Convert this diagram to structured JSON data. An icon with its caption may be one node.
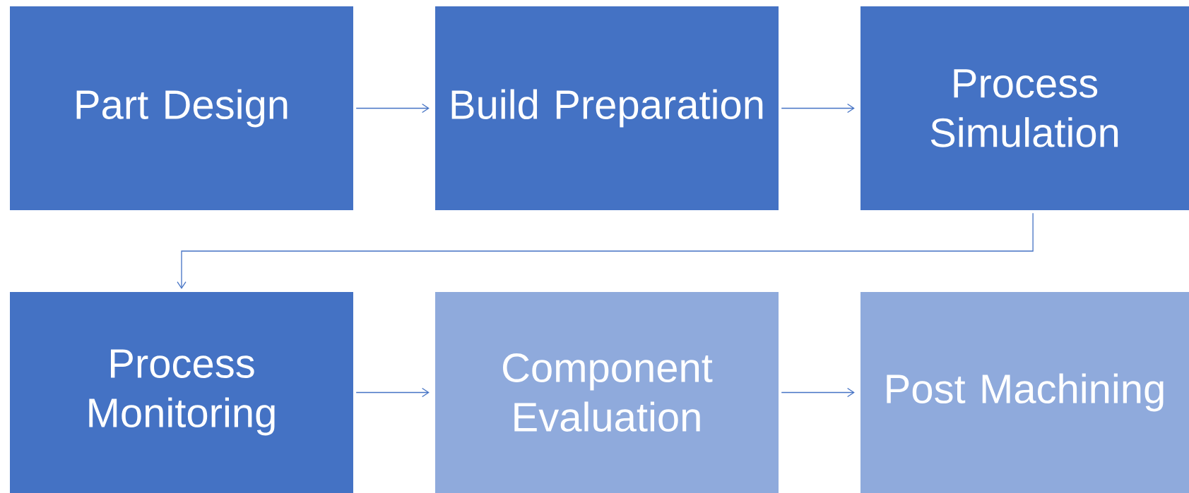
{
  "diagram": {
    "nodes": [
      {
        "text": [
          "Part Design"
        ]
      },
      {
        "text": [
          "Build Preparation"
        ]
      },
      {
        "text": [
          "Process Simulation"
        ]
      },
      {
        "text": [
          "Process Monitoring"
        ]
      },
      {
        "text": [
          "Component Evaluation"
        ]
      },
      {
        "text": [
          "Post Machining"
        ]
      }
    ],
    "edges": [
      {
        "from": 0,
        "to": 1,
        "arrow": "to"
      },
      {
        "from": 1,
        "to": 2,
        "arrow": "to"
      },
      {
        "from": 2,
        "to": 3,
        "arrow": "to"
      },
      {
        "from": 3,
        "to": 4,
        "arrow": "to"
      },
      {
        "from": 4,
        "to": 5,
        "arrow": "to"
      }
    ]
  }
}
